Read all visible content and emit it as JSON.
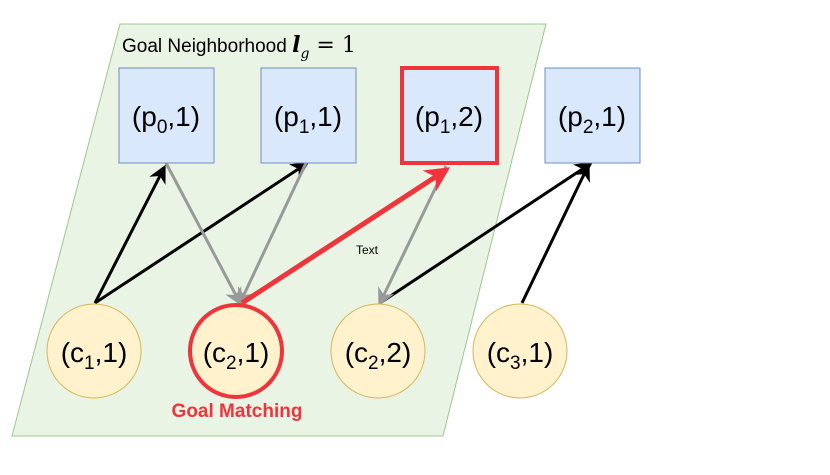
{
  "region": {
    "label_prefix": "Goal Neighborhood ",
    "math_var": "l",
    "math_sub": "g",
    "math_rest": " = 1",
    "fill": "#eaf4e4",
    "stroke": "#9cc98a"
  },
  "products": [
    {
      "base": "p",
      "sub": "0",
      "level": "1",
      "highlight": false
    },
    {
      "base": "p",
      "sub": "1",
      "level": "1",
      "highlight": false
    },
    {
      "base": "p",
      "sub": "1",
      "level": "2",
      "highlight": true
    },
    {
      "base": "p",
      "sub": "2",
      "level": "1",
      "highlight": false
    }
  ],
  "consumers": [
    {
      "base": "c",
      "sub": "1",
      "level": "1",
      "highlight": false
    },
    {
      "base": "c",
      "sub": "2",
      "level": "1",
      "highlight": true
    },
    {
      "base": "c",
      "sub": "2",
      "level": "2",
      "highlight": false
    },
    {
      "base": "c",
      "sub": "3",
      "level": "1",
      "highlight": false
    }
  ],
  "edge_label": "Text",
  "goal_label": "Goal Matching",
  "colors": {
    "product_fill": "#dae8fc",
    "product_stroke": "#6c8ebf",
    "consumer_fill": "#fff2cc",
    "consumer_stroke": "#d6b656",
    "highlight": "#f0343c",
    "black_edge": "#000000",
    "gray_edge": "#999999"
  }
}
